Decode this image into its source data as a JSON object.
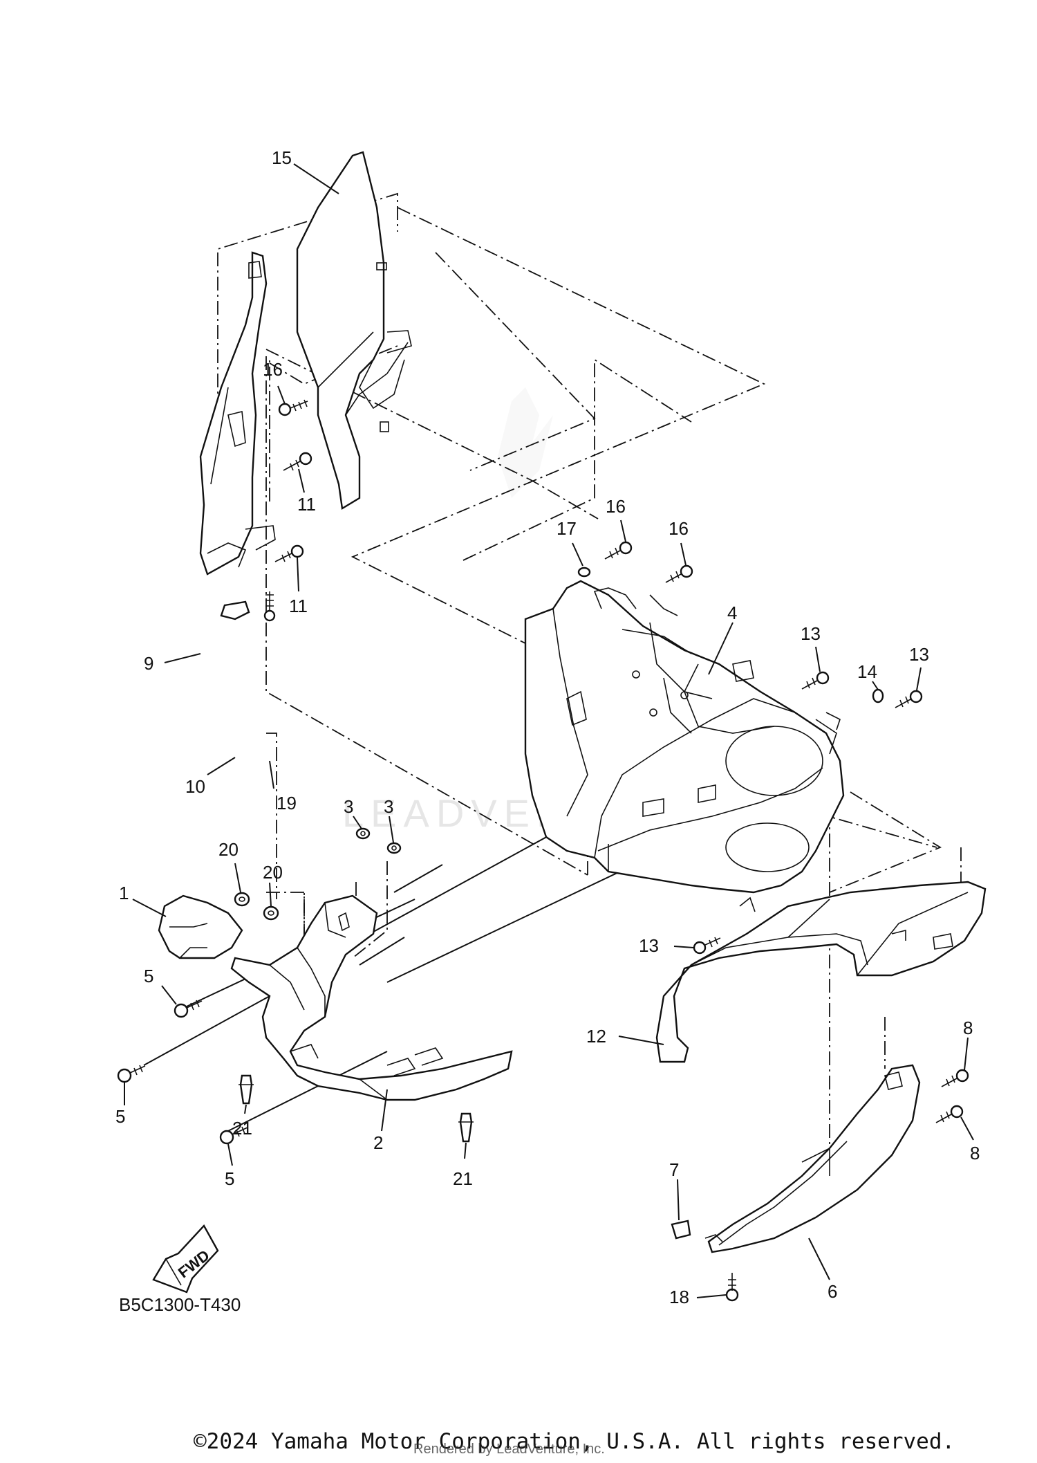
{
  "diagram": {
    "part_code": "B5C1300-T430",
    "fwd_label": "FWD",
    "watermark": "LEADVENTURE",
    "callouts": [
      {
        "id": "c15",
        "text": "15"
      },
      {
        "id": "c16a",
        "text": "16"
      },
      {
        "id": "c11a",
        "text": "11"
      },
      {
        "id": "c11b",
        "text": "11"
      },
      {
        "id": "c9",
        "text": "9"
      },
      {
        "id": "c10",
        "text": "10"
      },
      {
        "id": "c19",
        "text": "19"
      },
      {
        "id": "c17",
        "text": "17"
      },
      {
        "id": "c16b",
        "text": "16"
      },
      {
        "id": "c16c",
        "text": "16"
      },
      {
        "id": "c4",
        "text": "4"
      },
      {
        "id": "c13a",
        "text": "13"
      },
      {
        "id": "c13b",
        "text": "13"
      },
      {
        "id": "c14",
        "text": "14"
      },
      {
        "id": "c3a",
        "text": "3"
      },
      {
        "id": "c3b",
        "text": "3"
      },
      {
        "id": "c20a",
        "text": "20"
      },
      {
        "id": "c20b",
        "text": "20"
      },
      {
        "id": "c1",
        "text": "1"
      },
      {
        "id": "c5a",
        "text": "5"
      },
      {
        "id": "c5b",
        "text": "5"
      },
      {
        "id": "c5c",
        "text": "5"
      },
      {
        "id": "c21a",
        "text": "21"
      },
      {
        "id": "c2",
        "text": "2"
      },
      {
        "id": "c21b",
        "text": "21"
      },
      {
        "id": "c13c",
        "text": "13"
      },
      {
        "id": "c12",
        "text": "12"
      },
      {
        "id": "c8a",
        "text": "8"
      },
      {
        "id": "c8b",
        "text": "8"
      },
      {
        "id": "c7",
        "text": "7"
      },
      {
        "id": "c6",
        "text": "6"
      },
      {
        "id": "c18",
        "text": "18"
      }
    ]
  },
  "footer": {
    "copyright": "©2024 Yamaha Motor Corporation, U.S.A. All rights reserved.",
    "rendered_by": "Rendered by LeadVenture, Inc."
  }
}
